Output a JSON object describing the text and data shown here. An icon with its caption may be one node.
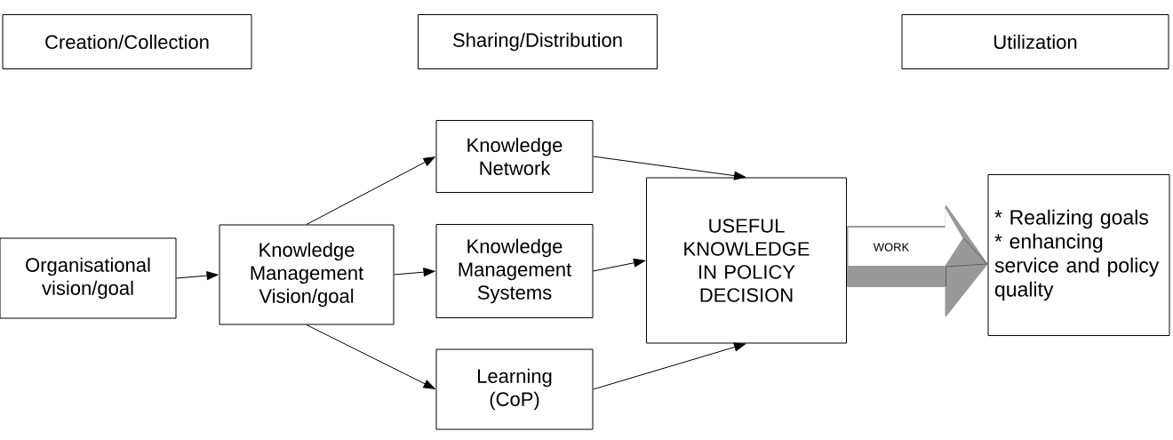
{
  "diagram": {
    "nodes": [
      {
        "text": [
          "Creation/Collection"
        ]
      },
      {
        "text": [
          "Sharing/Distribution"
        ]
      },
      {
        "text": [
          "Utilization"
        ]
      },
      {
        "text": [
          "Organisational vision/goal"
        ]
      },
      {
        "text": [
          "Knowledge Management Vision/goal"
        ]
      },
      {
        "text": [
          "Knowledge Network"
        ]
      },
      {
        "text": [
          "Knowledge Management Systems"
        ]
      },
      {
        "text": [
          "Learning (CoP)"
        ]
      },
      {
        "text": [
          "USEFUL KNOWLEDGE IN POLICY DECISION"
        ]
      },
      {
        "text": [
          "* Realizing goals",
          "* enhancing service and policy quality"
        ]
      }
    ],
    "edges": [
      {
        "from": 3,
        "to": 4,
        "arrow": "to"
      },
      {
        "from": 4,
        "to": 5,
        "arrow": "to"
      },
      {
        "from": 4,
        "to": 6,
        "arrow": "to"
      },
      {
        "from": 4,
        "to": 7,
        "arrow": "to"
      },
      {
        "from": 5,
        "to": 8,
        "arrow": "to"
      },
      {
        "from": 6,
        "to": 8,
        "arrow": "to"
      },
      {
        "from": 7,
        "to": 8,
        "arrow": "to"
      },
      {
        "from": 8,
        "to": 9,
        "arrow": "to",
        "label": "WORK",
        "style": "thick",
        "color": "#999999"
      }
    ]
  }
}
